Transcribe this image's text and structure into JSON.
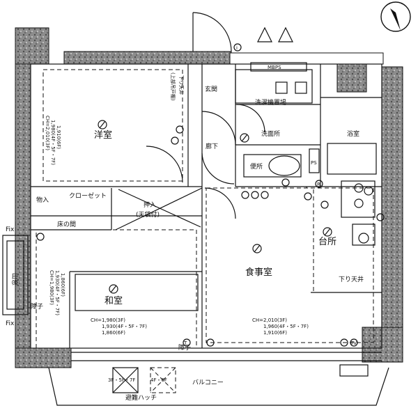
{
  "labels": {
    "yoshitsu": "洋室",
    "genkan": "玄関",
    "sentakuki": "洗濯機置場",
    "senmenjo": "洗面所",
    "yokushitsu": "浴室",
    "rouka": "廊下",
    "benjo": "便所",
    "mbps": "MBPS",
    "ps": "PS",
    "monoire": "物入",
    "closet": "クローゼット",
    "oshiire": "押入",
    "tenbukuro": "(天袋付)",
    "tokonoma": "床の間",
    "daidokoro": "台所",
    "shokujishitsu": "食事室",
    "sagari_tenjou": "下り天井",
    "washitsu": "和室",
    "demado": "出窓",
    "shouji_1": "障子",
    "shouji_2": "障子",
    "fix_top": "Fix",
    "fix_bottom": "Fix",
    "balcony": "バルコニー",
    "hinan_hatch": "避難ハッチ",
    "hatch_floors_1": "3F・5F・7F",
    "hatch_floors_2": "4F・6F",
    "note_sagari": "下り天井",
    "note_joubu": "(上部吊戸棚)",
    "ch_western": [
      "CH=2,010(3F)",
      "1,980(4F・5F・7F)",
      "1,910(6F)"
    ],
    "ch_japanese_side": [
      "CH=1,980(3F)",
      "1,930(4F・5F・7F)",
      "1,860(6F)"
    ],
    "ch_japanese": [
      "CH=1,980(3F)",
      "1,930(4F・5F・7F)",
      "1,860(6F)"
    ],
    "ch_dining": [
      "CH=2,010(3F)",
      "1,960(4F・5F・7F)",
      "1,910(6F)"
    ],
    "sym_i": "i",
    "sym_r": "R",
    "sym_tv": "TV",
    "sym_t": "T"
  }
}
